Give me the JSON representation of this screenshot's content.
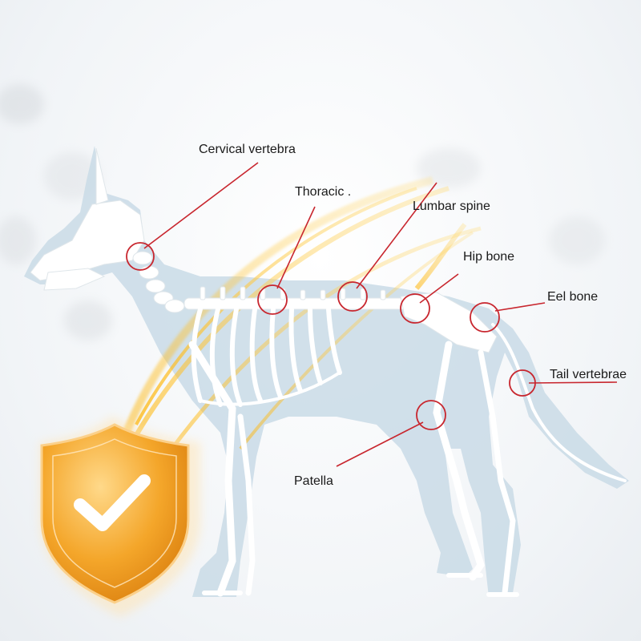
{
  "labels": {
    "cervical": "Cervical vertebra",
    "thoracic": "Thoracic .",
    "lumbar": "Lumbar spine",
    "hip": "Hip bone",
    "eel": "Eel bone",
    "tail": "Tail vertebrae",
    "patella": "Patella"
  },
  "colors": {
    "callout": "#c8262e",
    "dog_silhouette": "#c9dbe6",
    "bone": "#ffffff",
    "glow": "#f7b733",
    "shield": "#f4a62a"
  },
  "icons": {
    "shield": "shield-check-icon"
  }
}
